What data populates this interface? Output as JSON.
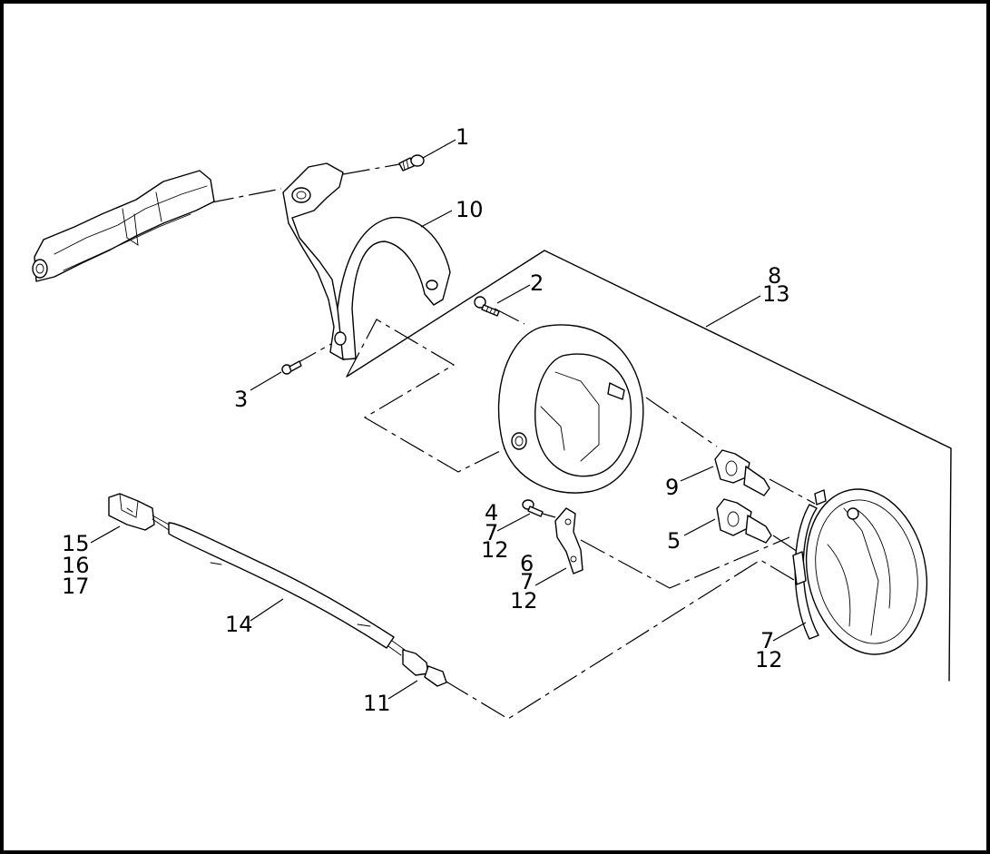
{
  "diagram": {
    "callouts": {
      "c1": "1",
      "c2": "2",
      "c3": "3",
      "c4": "4",
      "c5": "5",
      "c6": "6",
      "c7a": "7",
      "c7b": "7",
      "c7c": "7",
      "c8": "8",
      "c9": "9",
      "c10": "10",
      "c11": "11",
      "c12a": "12",
      "c12b": "12",
      "c12c": "12",
      "c13": "13",
      "c14": "14",
      "c15": "15",
      "c16": "16",
      "c17": "17"
    }
  }
}
